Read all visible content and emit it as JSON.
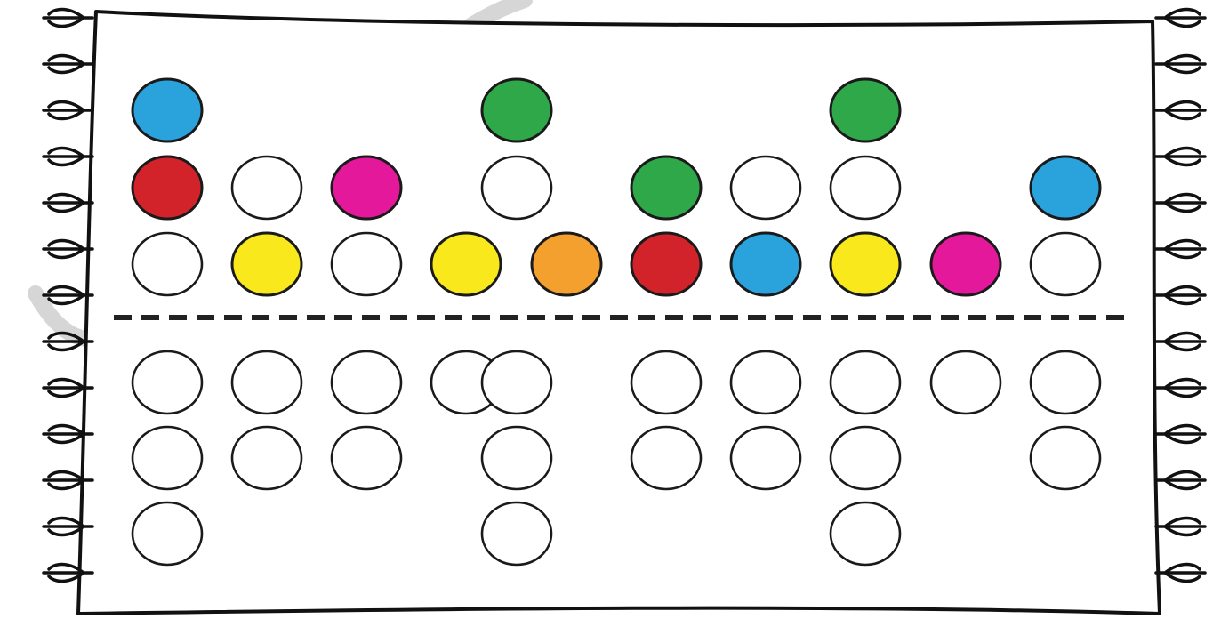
{
  "colors": {
    "blue": "#2aa3dd",
    "green": "#2fa84a",
    "red": "#d3232a",
    "magenta": "#e3189b",
    "yellow": "#f8e81c",
    "orange": "#f3a02e",
    "empty": "#ffffff",
    "outline": "#1a1a1a"
  },
  "columns": 10,
  "upper_rows": [
    [
      "blue",
      null,
      null,
      null,
      "green",
      null,
      null,
      "green",
      null,
      null
    ],
    [
      "red",
      "empty",
      "magenta",
      null,
      "empty",
      "green",
      "empty",
      "empty",
      null,
      "blue"
    ],
    [
      "empty",
      "yellow",
      "empty",
      "yellow",
      "orange",
      "red",
      "blue",
      "yellow",
      "magenta",
      "empty"
    ]
  ],
  "lower_rows": [
    [
      "empty",
      "empty",
      "empty",
      "empty",
      "empty",
      "empty",
      "empty",
      "empty",
      "empty",
      "empty"
    ],
    [
      "empty",
      "empty",
      "empty",
      null,
      "empty",
      "empty",
      "empty",
      "empty",
      null,
      "empty"
    ],
    [
      "empty",
      null,
      null,
      null,
      "empty",
      null,
      null,
      "empty",
      null,
      null
    ]
  ],
  "divider": {
    "style": "dashed"
  },
  "decorations": {
    "left_fringe": "tassel-fringe",
    "right_fringe": "tassel-fringe",
    "watermark": "faint-calligraphy-watermark"
  }
}
